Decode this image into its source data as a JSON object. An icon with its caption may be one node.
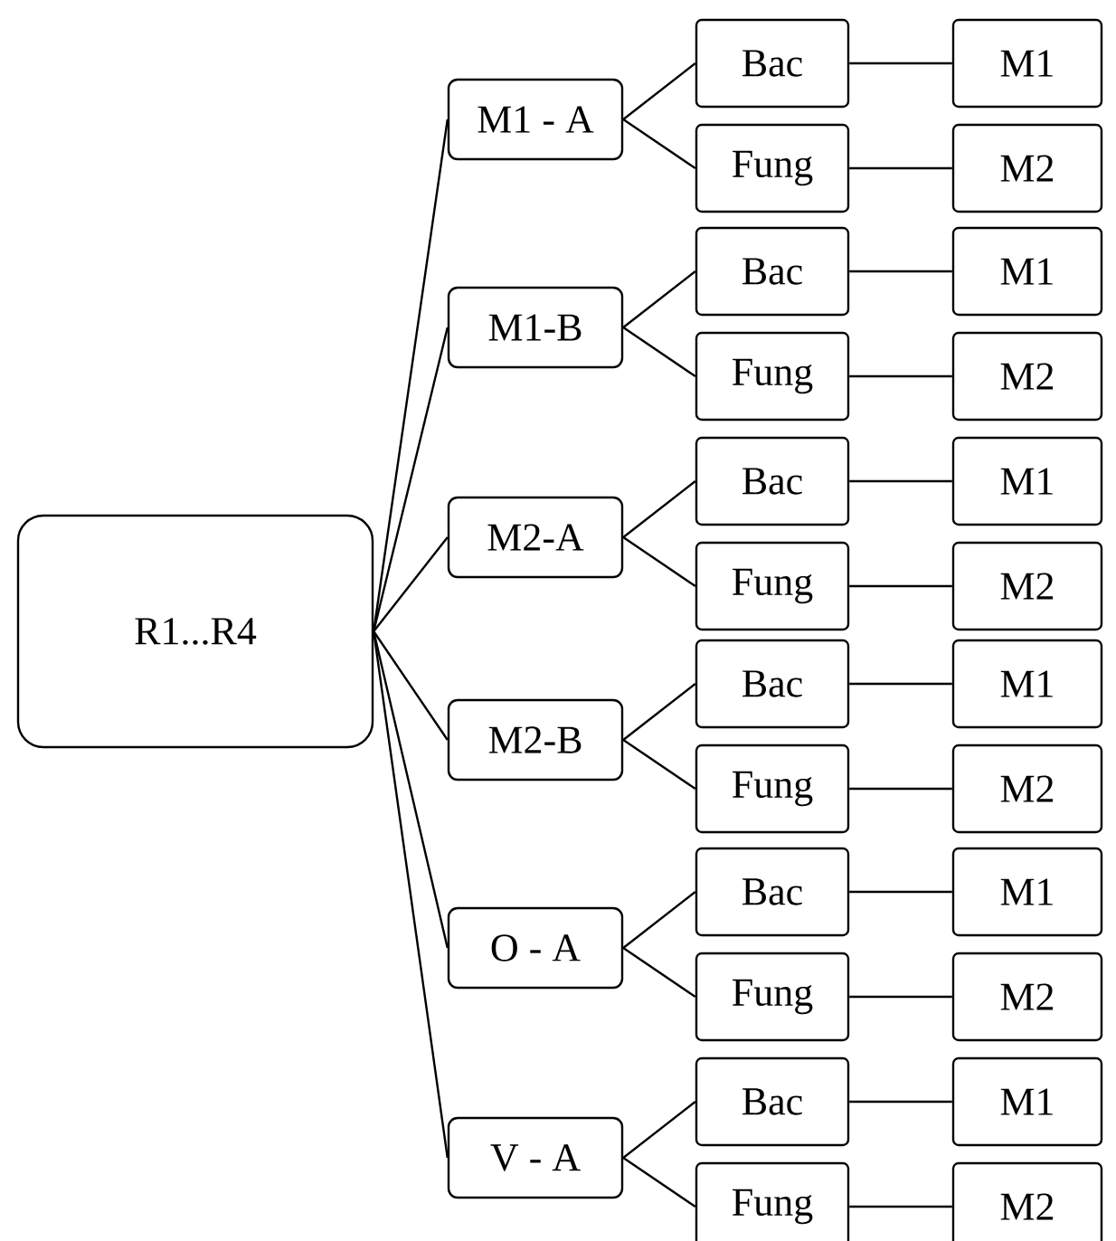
{
  "diagram": {
    "nodes": [
      {
        "text": [
          "R1...R4"
        ]
      },
      {
        "text": [
          "M1 - A"
        ]
      },
      {
        "text": [
          "Bac"
        ]
      },
      {
        "text": [
          "Fung"
        ]
      },
      {
        "text": [
          "M1"
        ]
      },
      {
        "text": [
          "M2"
        ]
      },
      {
        "text": [
          "M1-B"
        ]
      },
      {
        "text": [
          "Bac"
        ]
      },
      {
        "text": [
          "Fung"
        ]
      },
      {
        "text": [
          "M1"
        ]
      },
      {
        "text": [
          "M2"
        ]
      },
      {
        "text": [
          "M2-A"
        ]
      },
      {
        "text": [
          "Bac"
        ]
      },
      {
        "text": [
          "Fung"
        ]
      },
      {
        "text": [
          "M1"
        ]
      },
      {
        "text": [
          "M2"
        ]
      },
      {
        "text": [
          "M2-B"
        ]
      },
      {
        "text": [
          "Bac"
        ]
      },
      {
        "text": [
          "Fung"
        ]
      },
      {
        "text": [
          "M1"
        ]
      },
      {
        "text": [
          "M2"
        ]
      },
      {
        "text": [
          "O - A"
        ]
      },
      {
        "text": [
          "Bac"
        ]
      },
      {
        "text": [
          "Fung"
        ]
      },
      {
        "text": [
          "M1"
        ]
      },
      {
        "text": [
          "M2"
        ]
      },
      {
        "text": [
          "V - A"
        ]
      },
      {
        "text": [
          "Bac"
        ]
      },
      {
        "text": [
          "Fung"
        ]
      },
      {
        "text": [
          "M1"
        ]
      },
      {
        "text": [
          "M2"
        ]
      }
    ],
    "edges": [
      {
        "from": 0,
        "to": 1,
        "arrow": "none"
      },
      {
        "from": 1,
        "to": 2,
        "arrow": "none"
      },
      {
        "from": 1,
        "to": 3,
        "arrow": "none"
      },
      {
        "from": 2,
        "to": 4,
        "arrow": "none"
      },
      {
        "from": 3,
        "to": 5,
        "arrow": "none"
      },
      {
        "from": 0,
        "to": 6,
        "arrow": "none"
      },
      {
        "from": 6,
        "to": 7,
        "arrow": "none"
      },
      {
        "from": 6,
        "to": 8,
        "arrow": "none"
      },
      {
        "from": 7,
        "to": 9,
        "arrow": "none"
      },
      {
        "from": 8,
        "to": 10,
        "arrow": "none"
      },
      {
        "from": 0,
        "to": 11,
        "arrow": "none"
      },
      {
        "from": 11,
        "to": 12,
        "arrow": "none"
      },
      {
        "from": 11,
        "to": 13,
        "arrow": "none"
      },
      {
        "from": 12,
        "to": 14,
        "arrow": "none"
      },
      {
        "from": 13,
        "to": 15,
        "arrow": "none"
      },
      {
        "from": 0,
        "to": 16,
        "arrow": "none"
      },
      {
        "from": 16,
        "to": 17,
        "arrow": "none"
      },
      {
        "from": 16,
        "to": 18,
        "arrow": "none"
      },
      {
        "from": 17,
        "to": 19,
        "arrow": "none"
      },
      {
        "from": 18,
        "to": 20,
        "arrow": "none"
      },
      {
        "from": 0,
        "to": 21,
        "arrow": "none"
      },
      {
        "from": 21,
        "to": 22,
        "arrow": "none"
      },
      {
        "from": 21,
        "to": 23,
        "arrow": "none"
      },
      {
        "from": 22,
        "to": 24,
        "arrow": "none"
      },
      {
        "from": 23,
        "to": 25,
        "arrow": "none"
      },
      {
        "from": 0,
        "to": 26,
        "arrow": "none"
      },
      {
        "from": 26,
        "to": 27,
        "arrow": "none"
      },
      {
        "from": 26,
        "to": 28,
        "arrow": "none"
      },
      {
        "from": 27,
        "to": 29,
        "arrow": "none"
      },
      {
        "from": 28,
        "to": 30,
        "arrow": "none"
      }
    ]
  }
}
